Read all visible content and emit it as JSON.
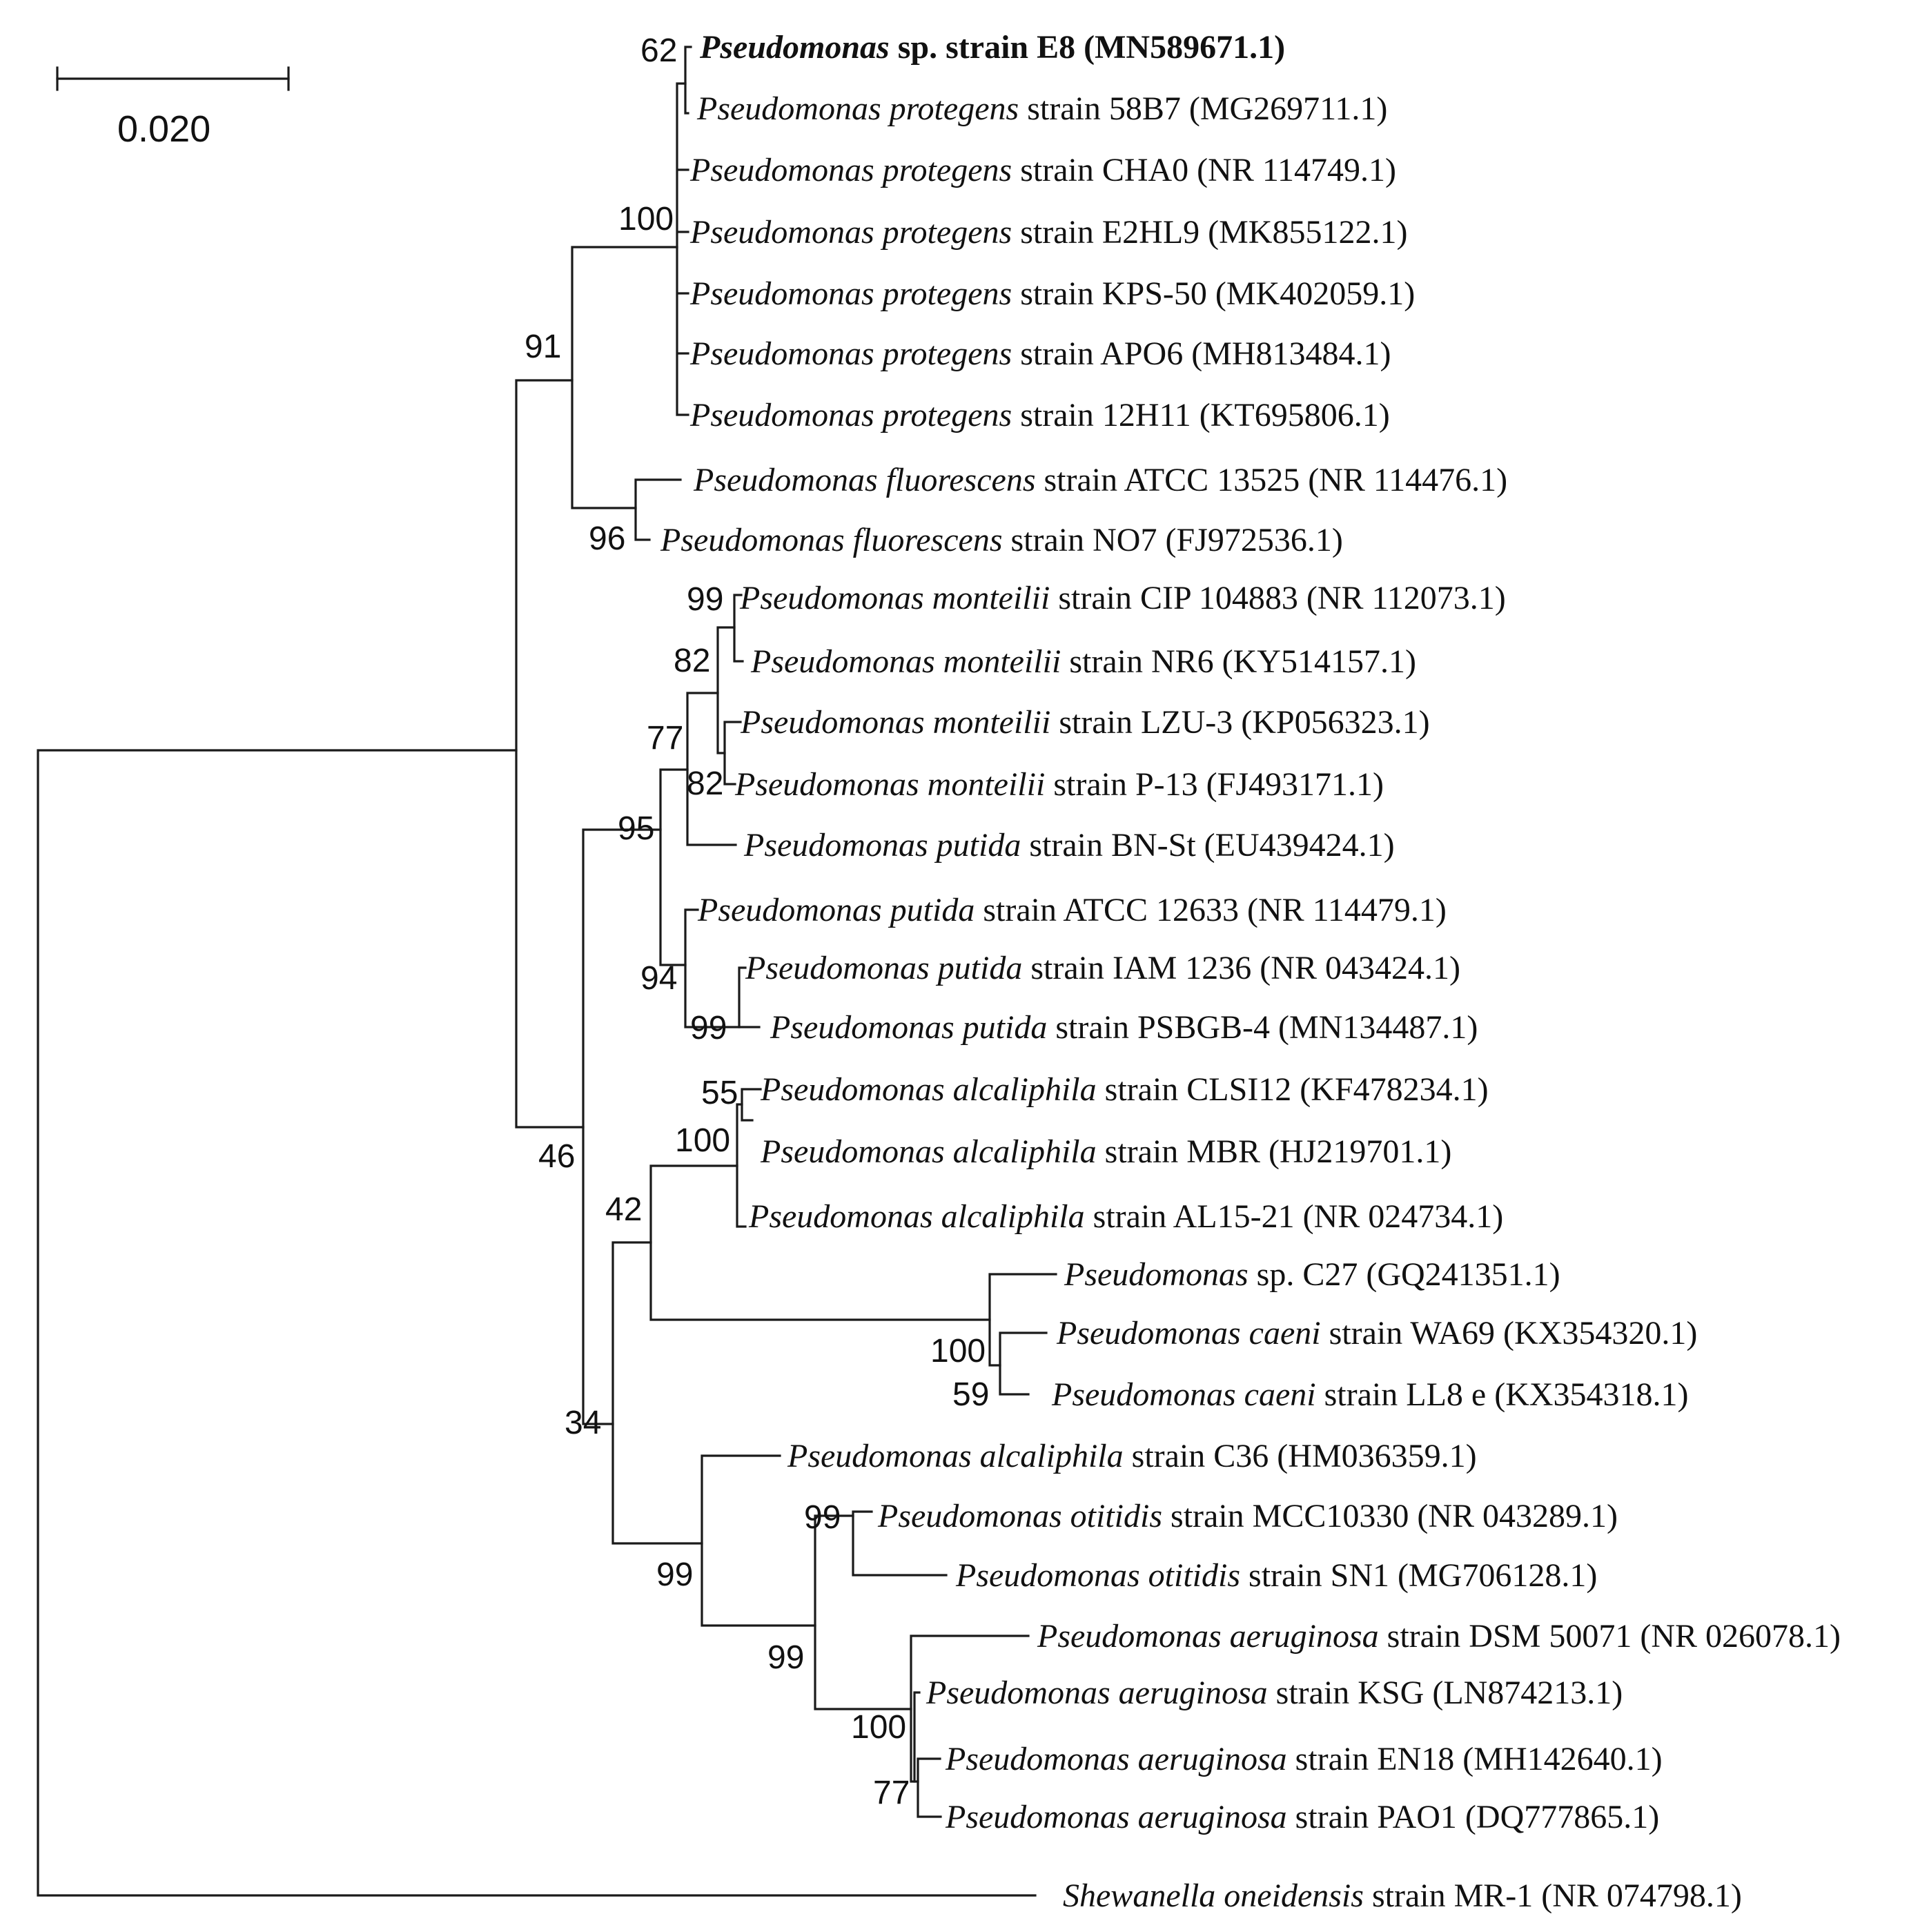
{
  "scale_bar": {
    "label": "0.020",
    "length": 0.02
  },
  "taxa": [
    {
      "id": "t1",
      "genus": "Pseudomonas",
      "species": "sp.",
      "strain": "strain E8",
      "accession": "(MN589671.1)",
      "bold": true,
      "species_italic": false,
      "strain_word": false
    },
    {
      "id": "t2",
      "genus": "Pseudomonas",
      "species": "protegens",
      "strain": "58B7",
      "accession": "(MG269711.1)"
    },
    {
      "id": "t3",
      "genus": "Pseudomonas",
      "species": "protegens",
      "strain": "CHA0",
      "accession": "(NR 114749.1)"
    },
    {
      "id": "t4",
      "genus": "Pseudomonas",
      "species": "protegens",
      "strain": "E2HL9",
      "accession": "(MK855122.1)"
    },
    {
      "id": "t5",
      "genus": "Pseudomonas",
      "species": "protegens",
      "strain": "KPS-50",
      "accession": "(MK402059.1)"
    },
    {
      "id": "t6",
      "genus": "Pseudomonas",
      "species": "protegens",
      "strain": "APO6",
      "accession": "(MH813484.1)"
    },
    {
      "id": "t7",
      "genus": "Pseudomonas",
      "species": "protegens",
      "strain": "12H11",
      "accession": "(KT695806.1)"
    },
    {
      "id": "t8",
      "genus": "Pseudomonas",
      "species": "fluorescens",
      "strain": "ATCC 13525",
      "accession": "(NR 114476.1)"
    },
    {
      "id": "t9",
      "genus": "Pseudomonas",
      "species": "fluorescens",
      "strain": "NO7",
      "accession": "(FJ972536.1)"
    },
    {
      "id": "t10",
      "genus": "Pseudomonas",
      "species": "monteilii",
      "strain": "CIP 104883",
      "accession": "(NR 112073.1)"
    },
    {
      "id": "t11",
      "genus": "Pseudomonas",
      "species": "monteilii",
      "strain": "NR6",
      "accession": "(KY514157.1)"
    },
    {
      "id": "t12",
      "genus": "Pseudomonas",
      "species": "monteilii",
      "strain": "LZU-3",
      "accession": "(KP056323.1)"
    },
    {
      "id": "t13",
      "genus": "Pseudomonas",
      "species": "monteilii",
      "strain": "P-13",
      "accession": "(FJ493171.1)"
    },
    {
      "id": "t14",
      "genus": "Pseudomonas",
      "species": "putida",
      "strain": "BN-St",
      "accession": "(EU439424.1)"
    },
    {
      "id": "t15",
      "genus": "Pseudomonas",
      "species": "putida",
      "strain": "ATCC 12633",
      "accession": "(NR 114479.1)"
    },
    {
      "id": "t16",
      "genus": "Pseudomonas",
      "species": "putida",
      "strain": "IAM 1236",
      "accession": "(NR 043424.1)"
    },
    {
      "id": "t17",
      "genus": "Pseudomonas",
      "species": "putida",
      "strain": "PSBGB-4",
      "accession": "(MN134487.1)"
    },
    {
      "id": "t18",
      "genus": "Pseudomonas",
      "species": "alcaliphila",
      "strain": "CLSI12",
      "accession": "(KF478234.1)"
    },
    {
      "id": "t19",
      "genus": "Pseudomonas",
      "species": "alcaliphila",
      "strain": "MBR",
      "accession": "(HJ219701.1)"
    },
    {
      "id": "t20",
      "genus": "Pseudomonas",
      "species": "alcaliphila",
      "strain": "AL15-21",
      "accession": "(NR 024734.1)"
    },
    {
      "id": "t21",
      "genus": "Pseudomonas",
      "species": "sp.",
      "strain": "C27",
      "accession": "(GQ241351.1)",
      "species_italic": false,
      "strain_word": false
    },
    {
      "id": "t22",
      "genus": "Pseudomonas",
      "species": "caeni",
      "strain": "WA69",
      "accession": "(KX354320.1)"
    },
    {
      "id": "t23",
      "genus": "Pseudomonas",
      "species": "caeni",
      "strain": "LL8 e",
      "accession": "(KX354318.1)"
    },
    {
      "id": "t24",
      "genus": "Pseudomonas",
      "species": "alcaliphila",
      "strain": "C36",
      "accession": "(HM036359.1)"
    },
    {
      "id": "t25",
      "genus": "Pseudomonas",
      "species": "otitidis",
      "strain": "MCC10330",
      "accession": "(NR 043289.1)"
    },
    {
      "id": "t26",
      "genus": "Pseudomonas",
      "species": "otitidis",
      "strain": "SN1",
      "accession": "(MG706128.1)"
    },
    {
      "id": "t27",
      "genus": "Pseudomonas",
      "species": "aeruginosa",
      "strain": "DSM 50071",
      "accession": "(NR 026078.1)"
    },
    {
      "id": "t28",
      "genus": "Pseudomonas",
      "species": "aeruginosa",
      "strain": "KSG",
      "accession": "(LN874213.1)"
    },
    {
      "id": "t29",
      "genus": "Pseudomonas",
      "species": "aeruginosa",
      "strain": "EN18",
      "accession": "(MH142640.1)"
    },
    {
      "id": "t30",
      "genus": "Pseudomonas",
      "species": "aeruginosa",
      "strain": "PAO1",
      "accession": "(DQ777865.1)"
    },
    {
      "id": "t31",
      "genus": "Shewanella",
      "species": "oneidensis",
      "strain": "MR-1",
      "accession": "(NR 074798.1)"
    }
  ],
  "bootstrap": {
    "n_e8": "62",
    "n_prot": "100",
    "n_prot_fluor": "91",
    "n_fluor": "96",
    "n_mont_a": "99",
    "n_mont_b": "82",
    "n_mont_c": "77",
    "n_mont_d": "82",
    "n_putida_big": "95",
    "n_putida_b": "94",
    "n_putida_c": "99",
    "n_alc_a": "55",
    "n_alc_b": "100",
    "n_alc_caeni": "42",
    "n_caeni_a": "100",
    "n_caeni_b": "59",
    "n_ingroup": "46",
    "n_lower": "34",
    "n_c36": "99",
    "n_oti_aer": "99",
    "n_oti": "99",
    "n_aer_a": "100",
    "n_aer_b": "77"
  }
}
